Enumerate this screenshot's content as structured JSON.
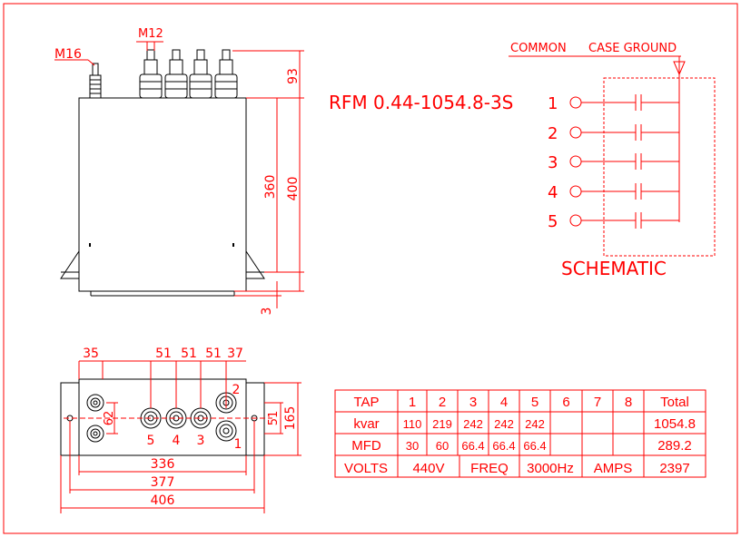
{
  "front": {
    "m16": "M16",
    "m12": "M12",
    "d93": "93",
    "d360": "360",
    "d400": "400",
    "d3": "3"
  },
  "model": "RFM  0.44-1054.8-3S",
  "schematic": {
    "common": "COMMON",
    "case_ground": "CASE GROUND",
    "taps": [
      "1",
      "2",
      "3",
      "4",
      "5"
    ],
    "label": "SCHEMATIC"
  },
  "bottom": {
    "d35": "35",
    "d51a": "51",
    "d51b": "51",
    "d51c": "51",
    "d37": "37",
    "d62": "62",
    "d51r": "51",
    "d165": "165",
    "d336": "336",
    "d377": "377",
    "d406": "406",
    "terminal_labels": [
      "5",
      "4",
      "3",
      "2",
      "1"
    ]
  },
  "table": {
    "header": [
      "TAP",
      "1",
      "2",
      "3",
      "4",
      "5",
      "6",
      "7",
      "8",
      "Total"
    ],
    "kvar": [
      "kvar",
      "110",
      "219",
      "242",
      "242",
      "242",
      "",
      "",
      "",
      "1054.8"
    ],
    "mfd": [
      "MFD",
      "30",
      "60",
      "66.4",
      "66.4",
      "66.4",
      "",
      "",
      "",
      "289.2"
    ],
    "volts_label": "VOLTS",
    "volts": "440V",
    "freq_label": "FREQ",
    "freq": "3000Hz",
    "amps_label": "AMPS",
    "amps": "2397"
  },
  "colors": {
    "line": "#ff0000",
    "outline": "#000000"
  }
}
